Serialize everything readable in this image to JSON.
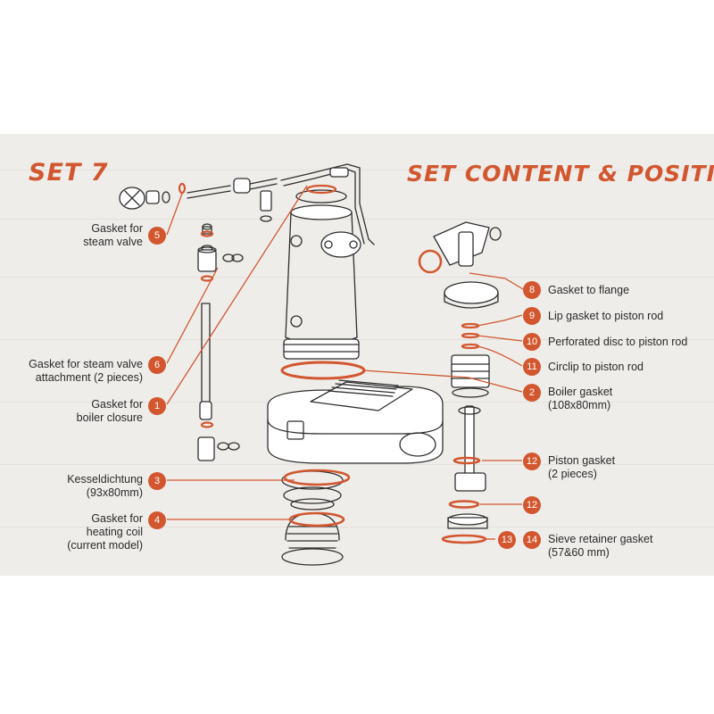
{
  "header": {
    "set_title": "SET 7",
    "content_title": "SET CONTENT & POSITION"
  },
  "colors": {
    "accent": "#d2572f",
    "line_art": "#2f2f2f",
    "background": "#efedea"
  },
  "callouts": [
    {
      "number": "5",
      "label_lines": [
        "Gasket for",
        "steam valve"
      ]
    },
    {
      "number": "6",
      "label_lines": [
        "Gasket for steam valve",
        "attachment (2 pieces)"
      ]
    },
    {
      "number": "1",
      "label_lines": [
        "Gasket for",
        "boiler closure"
      ]
    },
    {
      "number": "3",
      "label_lines": [
        "Kesseldichtung",
        "(93x80mm)"
      ]
    },
    {
      "number": "4",
      "label_lines": [
        "Gasket for",
        "heating coil",
        "(current model)"
      ]
    },
    {
      "number": "8",
      "label_lines": [
        "Gasket to flange"
      ]
    },
    {
      "number": "9",
      "label_lines": [
        "Lip gasket to piston rod"
      ]
    },
    {
      "number": "10",
      "label_lines": [
        "Perforated disc to piston rod"
      ]
    },
    {
      "number": "11",
      "label_lines": [
        "Circlip to piston rod"
      ]
    },
    {
      "number": "2",
      "label_lines": [
        "Boiler gasket",
        "(108x80mm)"
      ]
    },
    {
      "number": "12",
      "label_lines": [
        "Piston gasket",
        "(2 pieces)"
      ]
    },
    {
      "number": "12",
      "label_lines": []
    },
    {
      "number": "13",
      "label_lines": []
    },
    {
      "number": "14",
      "label_lines": [
        "Sieve retainer gasket",
        "(57&60 mm)"
      ]
    }
  ]
}
